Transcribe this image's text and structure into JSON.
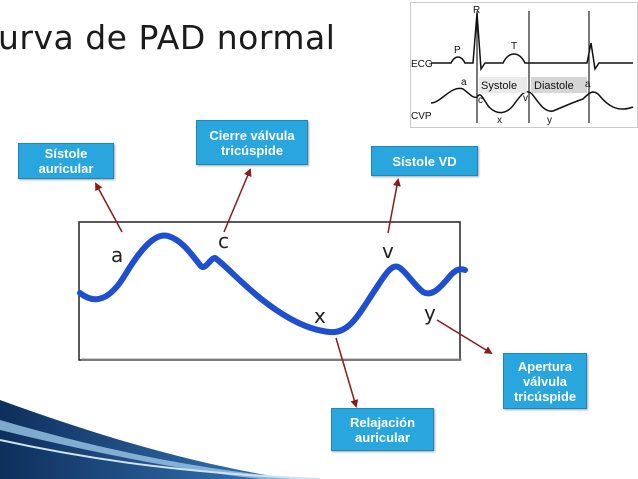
{
  "title": "urva de PAD normal",
  "callouts": {
    "sistole_auricular": [
      "Sístole",
      "auricular"
    ],
    "cierre_tricuspide": [
      "Cierre válvula",
      "tricúspide"
    ],
    "sistole_vd": [
      "Sístole VD"
    ],
    "apertura_tricuspide": [
      "Apertura",
      "válvula",
      "tricúspide"
    ],
    "relajacion_auricular": [
      "Relajación",
      "auricular"
    ]
  },
  "wave_labels": {
    "a": "a",
    "c": "c",
    "v": "v",
    "x": "x",
    "y": "y"
  },
  "inset": {
    "row_labels": {
      "ecg": "ECG",
      "cvp": "CVP"
    },
    "ecg_waves": {
      "p": "P",
      "r": "R",
      "t": "T"
    },
    "phases": {
      "systole": "Systole",
      "diastole": "Diastole"
    },
    "cvp_waves": {
      "a": "a",
      "c": "c",
      "v": "v",
      "x": "x",
      "y": "y",
      "a2": "a"
    }
  },
  "colors": {
    "curve": "#1f4fd1",
    "callout_fill": "#2aa6de",
    "arrow": "#8b1a1a",
    "accent": "#123a6e"
  }
}
